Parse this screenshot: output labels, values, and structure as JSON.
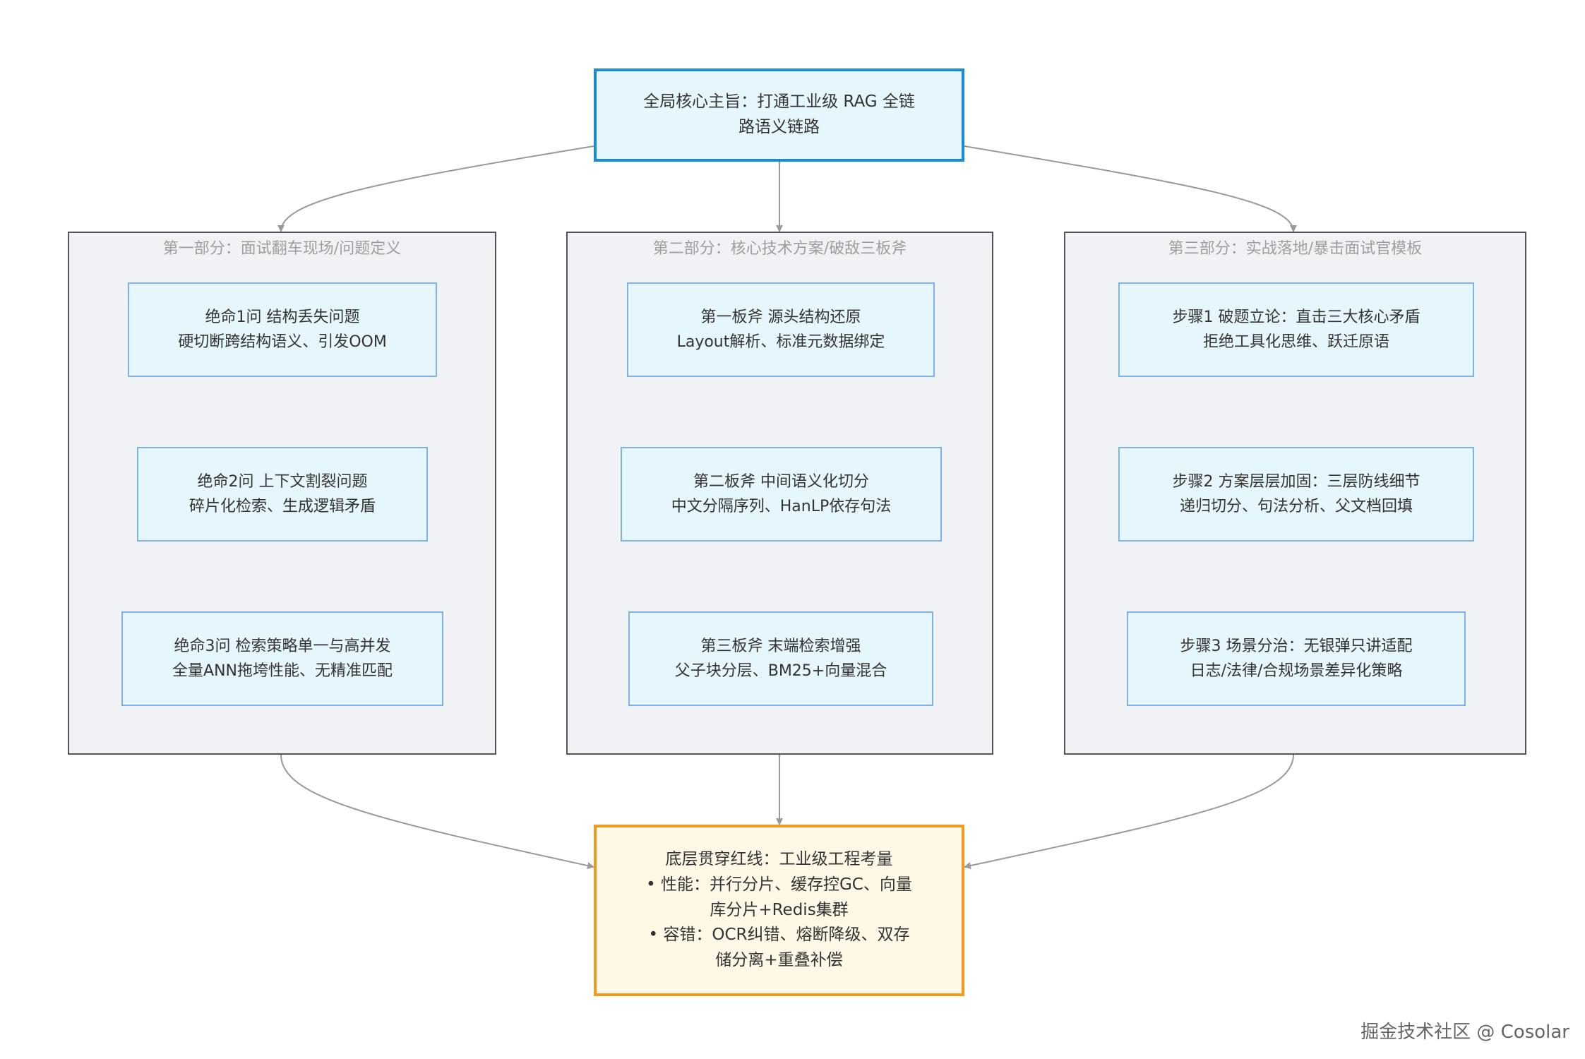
{
  "top": {
    "lines": [
      "全局核心主旨：打通工业级 RAG 全链",
      "路语义链路"
    ]
  },
  "groups": [
    {
      "title": "第一部分：面试翻车现场/问题定义",
      "items": [
        {
          "lines": [
            "绝命1问 结构丢失问题",
            "硬切断跨结构语义、引发OOM"
          ]
        },
        {
          "lines": [
            "绝命2问 上下文割裂问题",
            "碎片化检索、生成逻辑矛盾"
          ]
        },
        {
          "lines": [
            "绝命3问 检索策略单一与高并发",
            "全量ANN拖垮性能、无精准匹配"
          ]
        }
      ]
    },
    {
      "title": "第二部分：核心技术方案/破敌三板斧",
      "items": [
        {
          "lines": [
            "第一板斧 源头结构还原",
            "Layout解析、标准元数据绑定"
          ]
        },
        {
          "lines": [
            "第二板斧 中间语义化切分",
            "中文分隔序列、HanLP依存句法"
          ]
        },
        {
          "lines": [
            "第三板斧 末端检索增强",
            "父子块分层、BM25+向量混合"
          ]
        }
      ]
    },
    {
      "title": "第三部分：实战落地/暴击面试官模板",
      "items": [
        {
          "lines": [
            "步骤1 破题立论：直击三大核心矛盾",
            "拒绝工具化思维、跃迁原语"
          ]
        },
        {
          "lines": [
            "步骤2 方案层层加固：三层防线细节",
            "递归切分、句法分析、父文档回填"
          ]
        },
        {
          "lines": [
            "步骤3 场景分治：无银弹只讲适配",
            "日志/法律/合规场景差异化策略"
          ]
        }
      ]
    }
  ],
  "bottom": {
    "lines": [
      "底层贯穿红线：工业级工程考量",
      "• 性能：并行分片、缓存控GC、向量",
      "库分片+Redis集群",
      "• 容错：OCR纠错、熔断降级、双存",
      "储分离+重叠补偿"
    ]
  },
  "watermark": "掘金技术社区 @ Cosolar",
  "colors": {
    "node_fill": "#e6f6fd",
    "top_border": "#1a8bdc",
    "bottom_fill": "#fff8e6",
    "bottom_border": "#f29a1f",
    "group_fill": "#f1f2f6",
    "edge": "#999999"
  }
}
